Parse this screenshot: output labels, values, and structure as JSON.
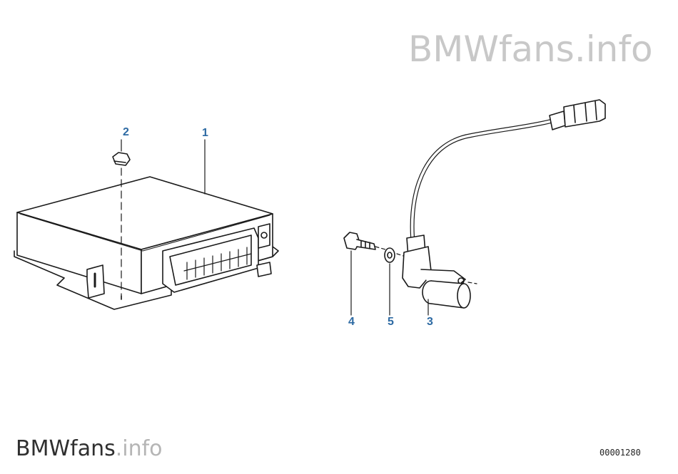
{
  "watermark": {
    "brand": "BMWfans",
    "suffix": ".info"
  },
  "footer": {
    "brand": "BMWfans",
    "suffix": ".info",
    "diagram_number": "00001280"
  },
  "callouts": [
    {
      "id": "1",
      "label": "1"
    },
    {
      "id": "2",
      "label": "2"
    },
    {
      "id": "3",
      "label": "3"
    },
    {
      "id": "4",
      "label": "4"
    },
    {
      "id": "5",
      "label": "5"
    }
  ],
  "colors": {
    "callout": "#2d6aa3",
    "line": "#1a1a1a",
    "watermark": "#c8c8c8"
  }
}
